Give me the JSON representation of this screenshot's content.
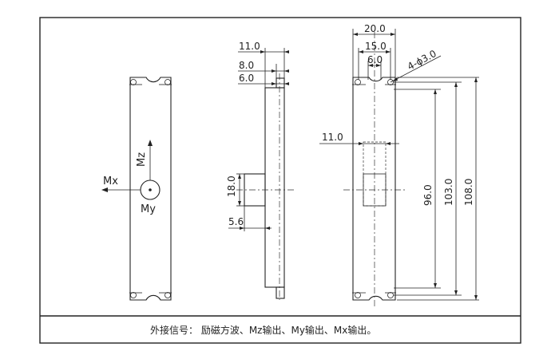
{
  "dimensions": {
    "top_11": "11.0",
    "top_8": "8.0",
    "top_6": "6.0",
    "block_18": "18.0",
    "block_5_6": "5.6",
    "width_20": "20.0",
    "width_15": "15.0",
    "width_6": "6.0",
    "holes": "4-ϕ3.0",
    "front_11": "11.0",
    "h_96": "96.0",
    "h_103": "103.0",
    "h_108": "108.0"
  },
  "axes": {
    "mx": "Mx",
    "mz": "Mz",
    "my": "My"
  },
  "caption": "外接信号：  励磁方波、Mz输出、My输出、Mx输出。"
}
